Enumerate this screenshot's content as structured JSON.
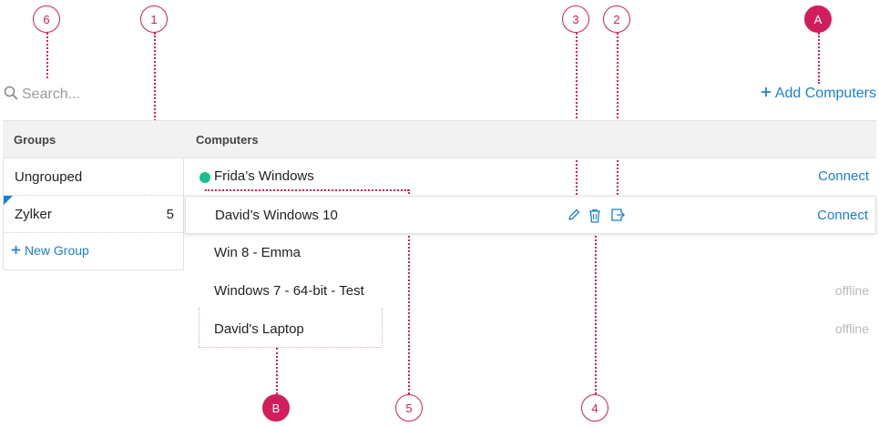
{
  "search": {
    "placeholder": "Search..."
  },
  "toolbar": {
    "add_computers_label": "Add Computers",
    "add_icon": "plus-icon"
  },
  "groups": {
    "header": "Groups",
    "items": [
      {
        "label": "Ungrouped",
        "count": ""
      },
      {
        "label": "Zylker",
        "count": "5"
      }
    ],
    "new_group_label": "New Group"
  },
  "computers": {
    "header": "Computers",
    "rows": [
      {
        "name": "Frida’s Windows",
        "status": "Connect",
        "online": true
      },
      {
        "name": "David’s Windows 10",
        "status": "Connect",
        "online": false,
        "selected": true
      },
      {
        "name": "Win 8 - Emma",
        "status": "",
        "online": false
      },
      {
        "name": "Windows 7 - 64-bit - Test",
        "status": "offline",
        "online": false
      },
      {
        "name": "David's Laptop",
        "status": "offline",
        "online": false
      }
    ],
    "actions": [
      "edit-icon",
      "delete-icon",
      "move-icon"
    ]
  },
  "callouts": {
    "c6": "6",
    "c1": "1",
    "c3": "3",
    "c2": "2",
    "cA": "A",
    "cB": "B",
    "c5": "5",
    "c4": "4"
  },
  "colors": {
    "accent": "#1a7fd1",
    "callout": "#d21d5d",
    "online": "#1bbf8e",
    "offline": "#b8b8b8"
  }
}
